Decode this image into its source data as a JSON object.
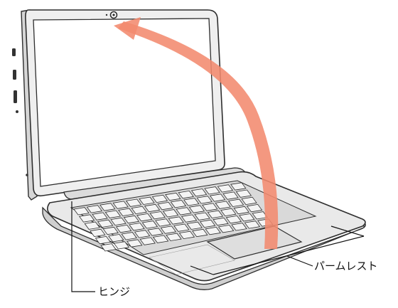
{
  "labels": {
    "hinge": "ヒンジ",
    "palmrest": "パームレスト"
  },
  "icons": {
    "camera": "camera-icon",
    "open-arrow": "open-direction-arrow"
  },
  "colors": {
    "arrow": "#f28a6e",
    "outline": "#2e2e2e",
    "body": "#e9e9e9",
    "screen_frame": "#efefef",
    "keyboard_key": "#f4f4f4"
  }
}
